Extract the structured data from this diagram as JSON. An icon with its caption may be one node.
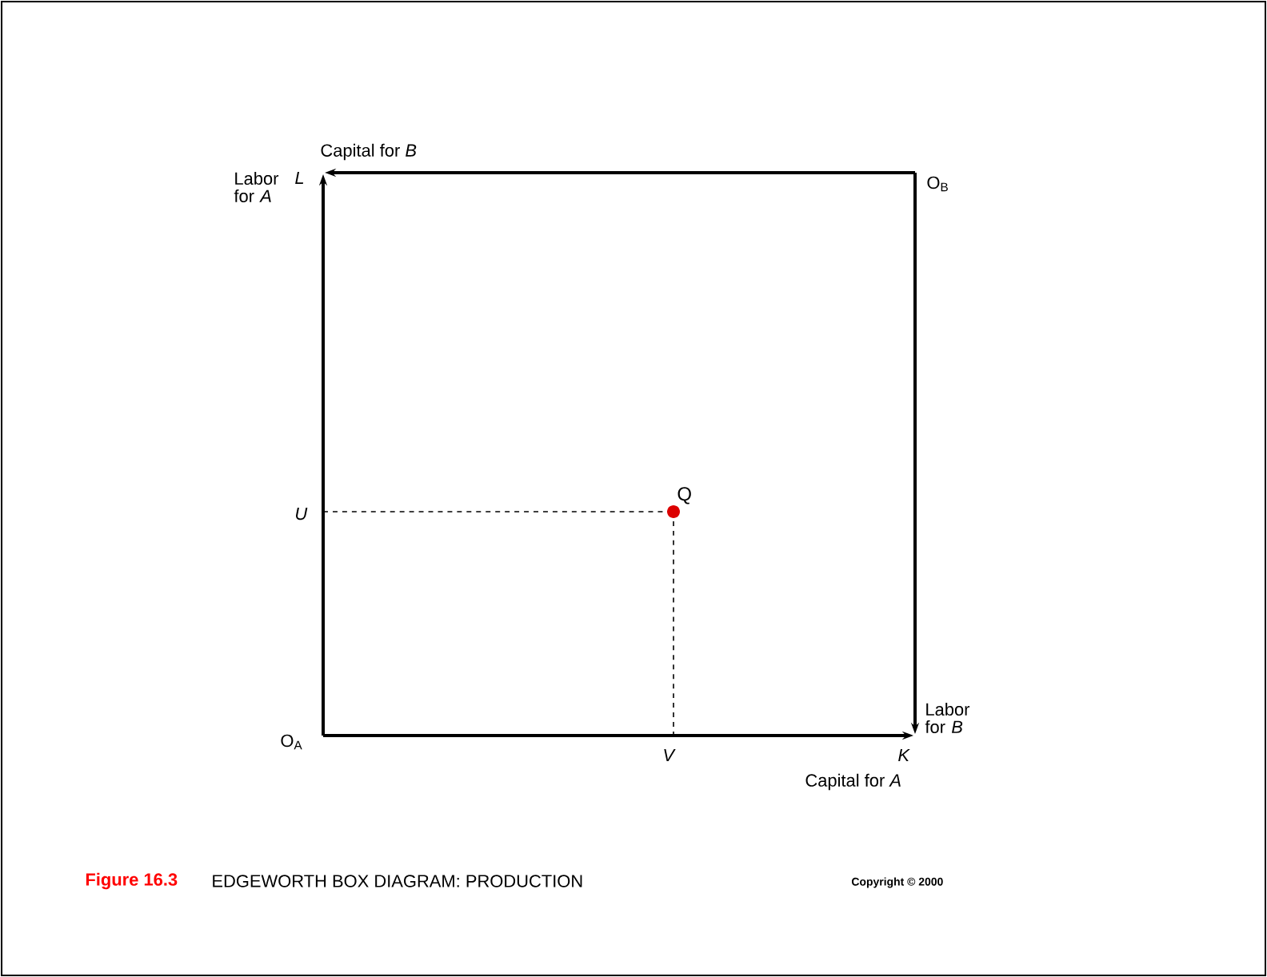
{
  "diagram": {
    "labels": [
      "Capital for *B*",
      "Labor for *A*",
      "L",
      "O$_{B}$",
      "Q",
      "U",
      "O$_{A}$",
      "V",
      "K",
      "Labor for *B*",
      "Capital for *A*",
      "Figure 16.3",
      "EDGEWORTH BOX DIAGRAM: PRODUCTION",
      "Copyright © 2000"
    ]
  }
}
